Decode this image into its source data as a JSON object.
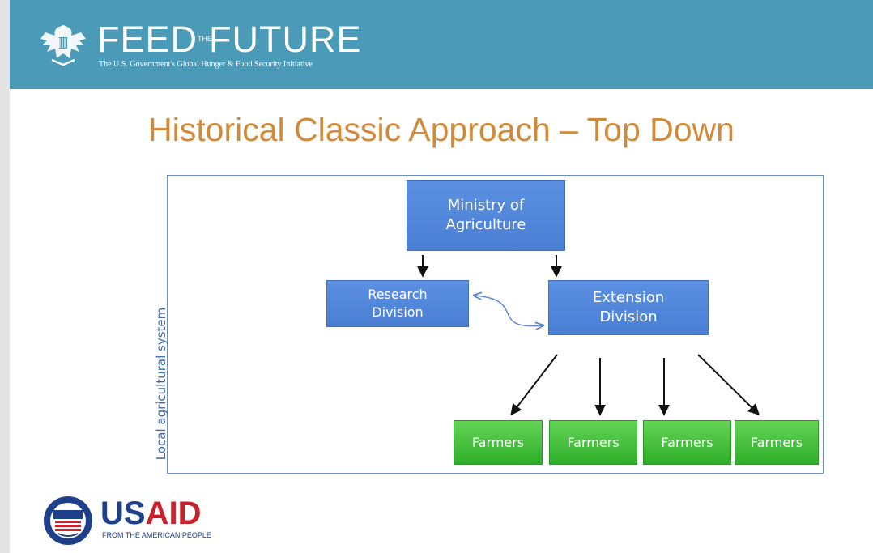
{
  "header": {
    "brand_left": "FEED",
    "brand_the": "THE",
    "brand_right": "FUTURE",
    "tagline": "The U.S. Government's Global Hunger & Food Security Initiative",
    "logo_icon": "great-seal-icon"
  },
  "title": "Historical Classic Approach – Top Down",
  "diagram": {
    "side_label": "Local agricultural system",
    "nodes": {
      "ministry": "Ministry of Agriculture",
      "research": "Research Division",
      "extension": "Extension Division",
      "farmers": [
        "Farmers",
        "Farmers",
        "Farmers",
        "Farmers"
      ]
    }
  },
  "footer": {
    "usaid_us": "US",
    "usaid_aid": "AID",
    "usaid_sub": "FROM THE AMERICAN PEOPLE",
    "logo_icon": "usaid-seal-icon"
  },
  "colors": {
    "banner": "#4a9ab8",
    "title": "#d08b3a",
    "box_blue": "#4a7fd4",
    "box_green": "#3cba33",
    "usaid_blue": "#1e3f8a",
    "usaid_red": "#c8232c"
  }
}
